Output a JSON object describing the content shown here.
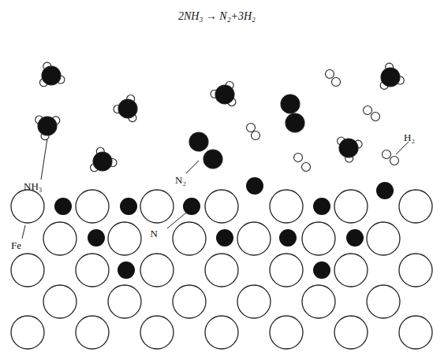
{
  "diagram": {
    "title": "2NH₃ → N₂+3H₂",
    "labels": [
      "NH₃",
      "N₂",
      "H₂",
      "Fe",
      "N"
    ]
  }
}
